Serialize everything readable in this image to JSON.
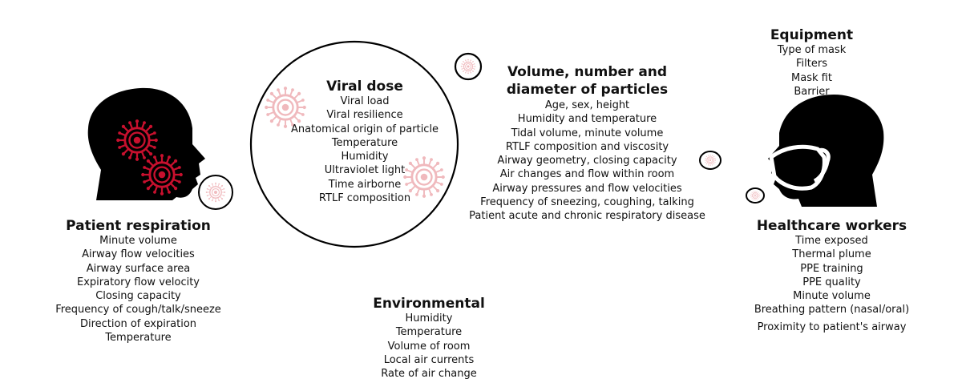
{
  "patient_respiration": {
    "title": "Patient respiration",
    "items": [
      "Minute volume",
      "Airway flow velocities",
      "Airway surface area",
      "Expiratory flow velocity",
      "Closing capacity",
      "Frequency of cough/talk/sneeze",
      "Direction of expiration",
      "Temperature"
    ]
  },
  "viral_dose": {
    "title": "Viral dose",
    "items": [
      "Viral load",
      "Viral resilience",
      "Anatomical origin of particle",
      "Temperature",
      "Humidity",
      "Ultraviolet light",
      "Time airborne",
      "RTLF composition"
    ]
  },
  "particles": {
    "title_line1": "Volume, number and",
    "title_line2": "diameter of particles",
    "items": [
      "Age, sex, height",
      "Humidity and temperature",
      "Tidal volume, minute volume",
      "RTLF composition and viscosity",
      "Airway geometry, closing capacity",
      "Air changes and flow within room",
      "Airway pressures and flow velocities",
      "Frequency of sneezing, coughing, talking",
      "Patient acute and chronic respiratory disease"
    ]
  },
  "equipment": {
    "title": "Equipment",
    "items": [
      "Type of mask",
      "Filters",
      "Mask fit",
      "Barrier"
    ]
  },
  "environmental": {
    "title": "Environmental",
    "items": [
      "Humidity",
      "Temperature",
      "Volume of room",
      "Local air currents",
      "Rate of air change"
    ]
  },
  "healthcare_workers": {
    "title": "Healthcare workers",
    "items": [
      "Time exposed",
      "Thermal plume",
      "PPE training",
      "PPE quality",
      "Minute volume",
      "Breathing pattern (nasal/oral)",
      "Proximity to patient's airway"
    ]
  },
  "colors": {
    "virus_red": "#c8102e",
    "virus_pink": "#f0b9bd",
    "silhouette": "#000000"
  },
  "icons": [
    "patient-head-icon",
    "virus-icon",
    "healthcare-worker-head-icon",
    "face-mask-icon",
    "droplet-bubble-icon"
  ]
}
